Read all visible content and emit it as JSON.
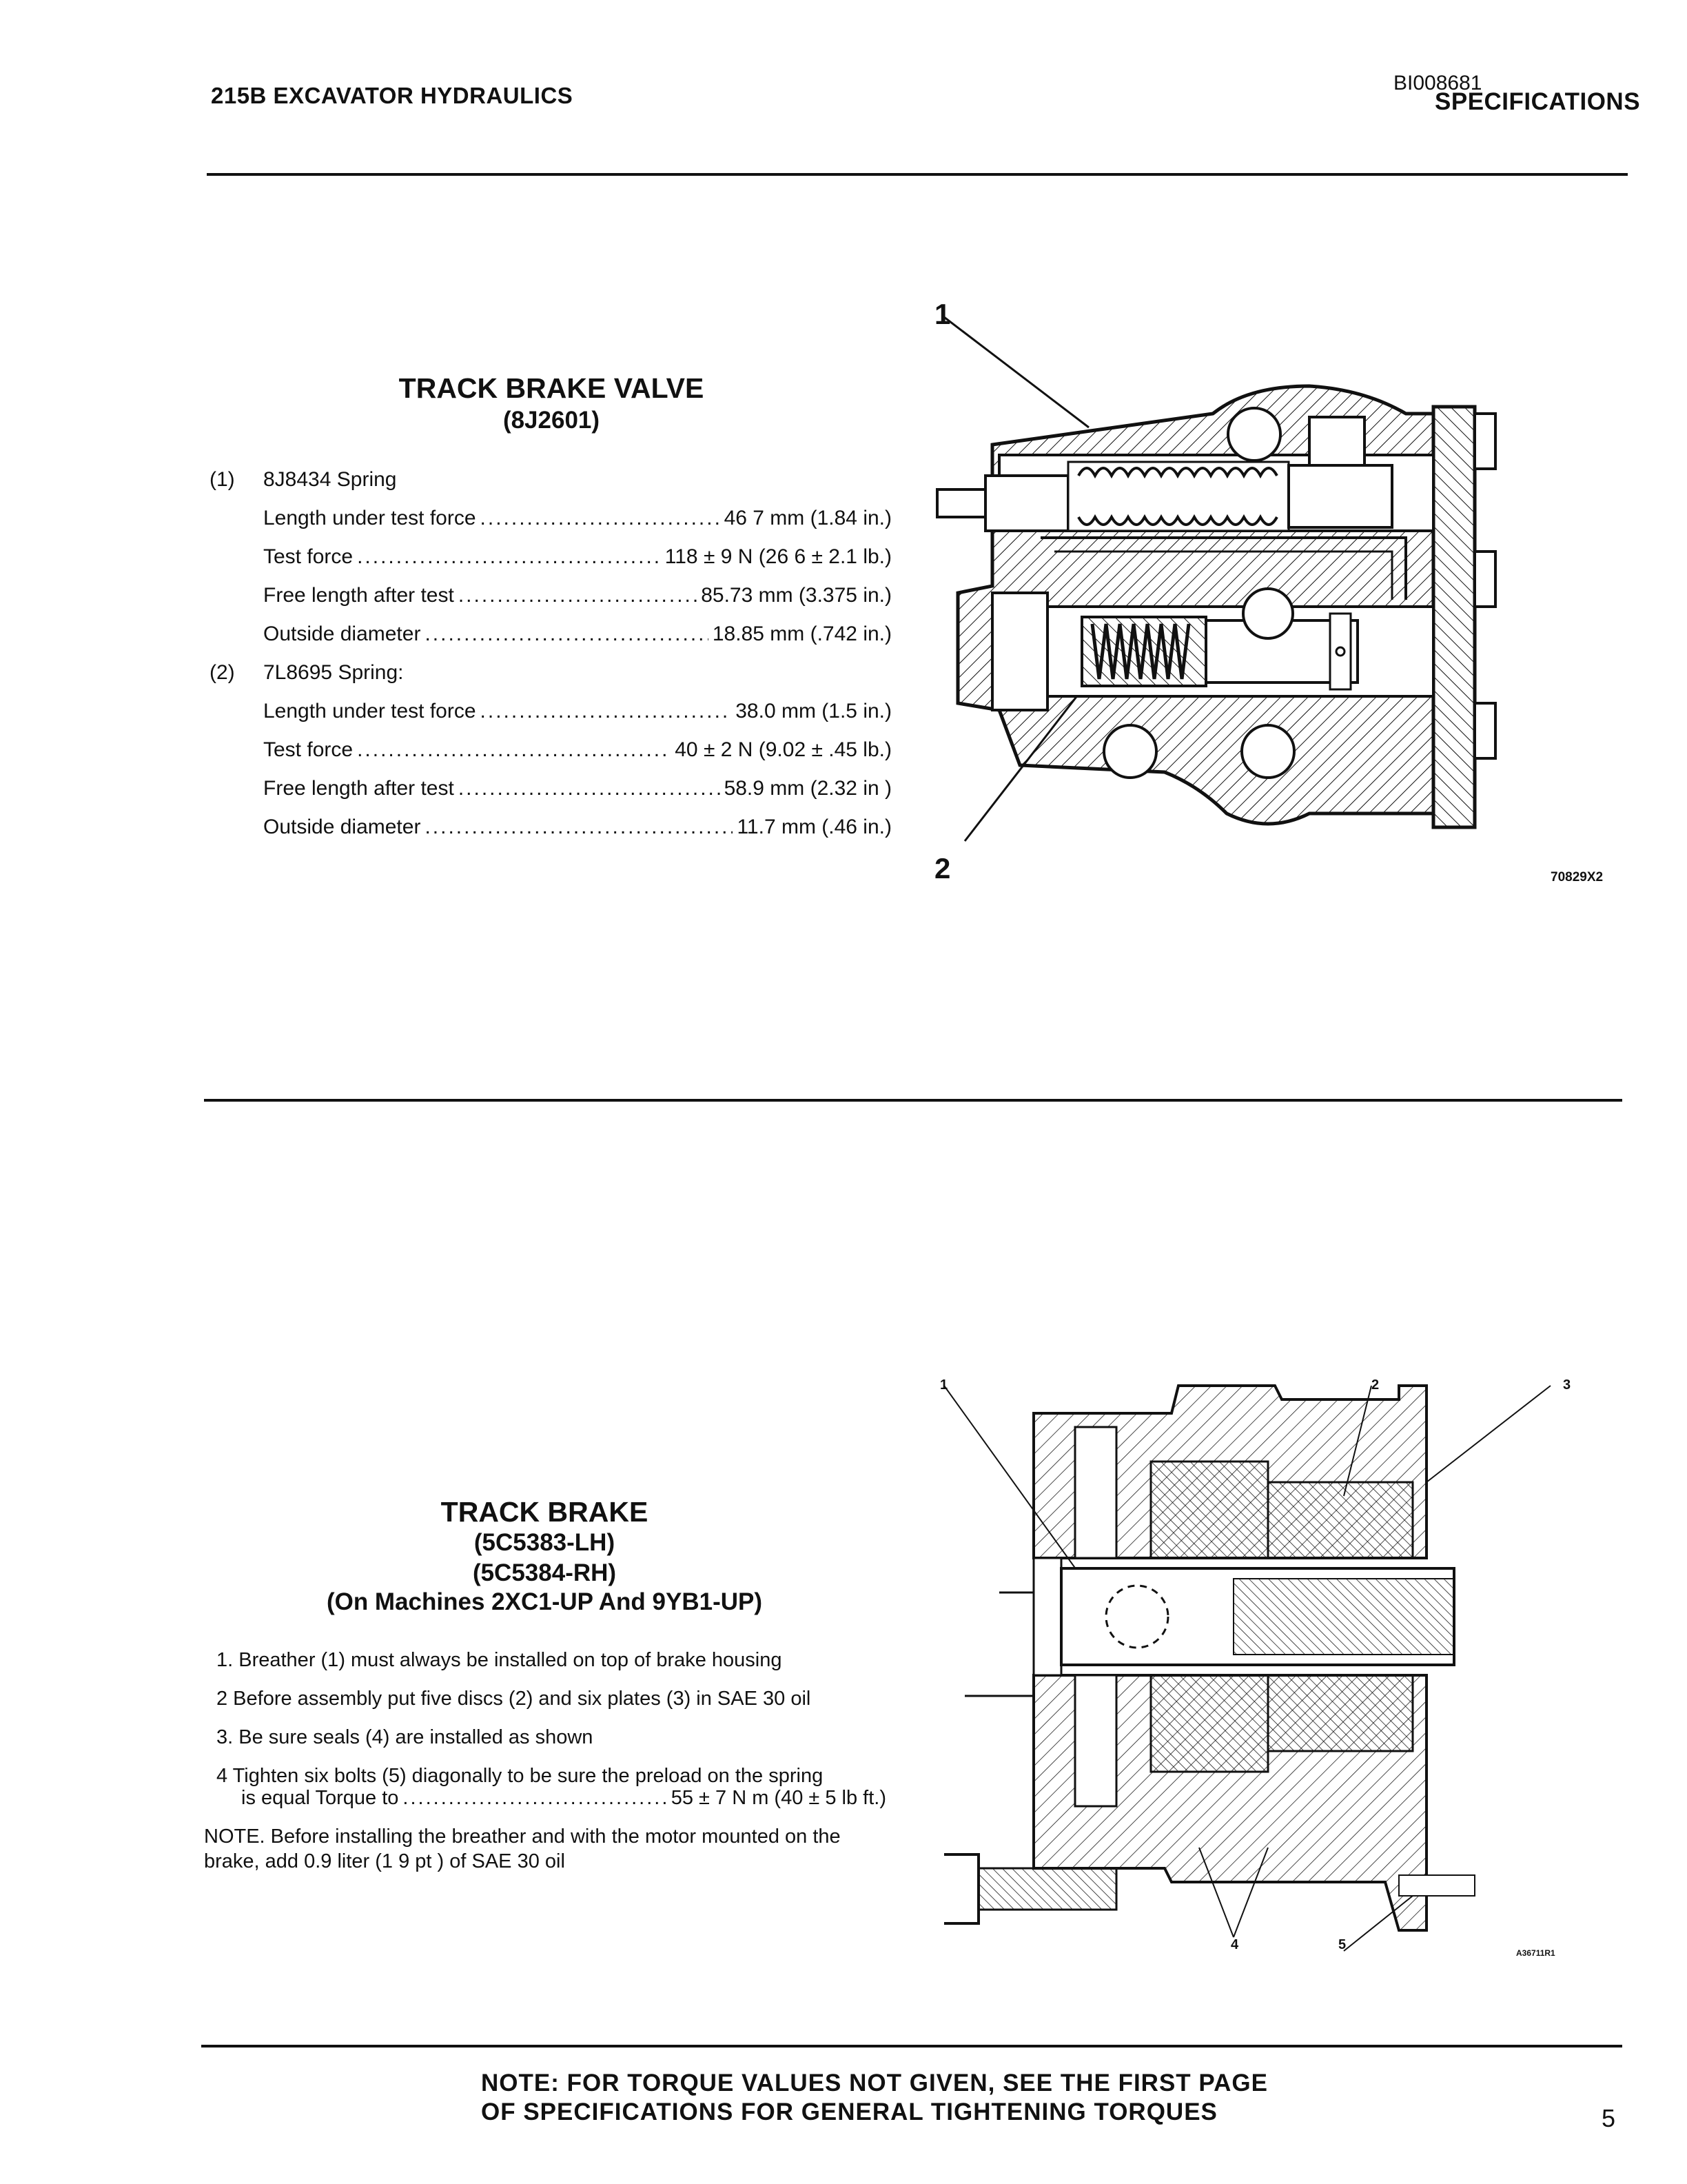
{
  "header": {
    "left": "215B EXCAVATOR HYDRAULICS",
    "doc_id": "BI008681",
    "right": "SPECIFICATIONS"
  },
  "valve": {
    "title": "TRACK BRAKE VALVE",
    "part": "(8J2601)",
    "spring1": {
      "num": "(1)",
      "name": "8J8434 Spring",
      "rows": [
        {
          "label": "Length under test force",
          "value": "46 7 mm (1.84 in.)"
        },
        {
          "label": "Test force",
          "value": "118 ± 9 N (26 6 ± 2.1 lb.)"
        },
        {
          "label": "Free length after test",
          "value": "85.73 mm (3.375 in.)"
        },
        {
          "label": "Outside diameter",
          "value": "18.85 mm (.742 in.)"
        }
      ]
    },
    "spring2": {
      "num": "(2)",
      "name": "7L8695 Spring:",
      "rows": [
        {
          "label": "Length under test force",
          "value": "38.0 mm (1.5 in.)"
        },
        {
          "label": "Test force",
          "value": "40 ± 2 N (9.02 ± .45 lb.)"
        },
        {
          "label": "Free length after test",
          "value": "58.9 mm (2.32 in )"
        },
        {
          "label": "Outside diameter",
          "value": "11.7 mm (.46 in.)"
        }
      ]
    },
    "figure": {
      "callout_1": "1",
      "callout_2": "2",
      "figure_code": "70829X2"
    }
  },
  "brake": {
    "title": "TRACK BRAKE",
    "part_lh": "(5C5383-LH)",
    "part_rh": "(5C5384-RH)",
    "machines": "(On Machines 2XC1-UP And 9YB1-UP)",
    "items": [
      "1. Breather (1) must always be installed on top of brake housing",
      "2  Before assembly put five discs (2) and six plates (3) in SAE 30 oil",
      "3. Be sure seals (4) are installed as shown"
    ],
    "item4_text": "4  Tighten six bolts (5) diagonally to be sure the preload on the spring",
    "item4_torque_label": "is equal  Torque to",
    "item4_torque_value": "55 ± 7 N m (40 ± 5 lb ft.)",
    "note": "NOTE. Before installing the breather and with the motor mounted on the brake, add 0.9 liter (1 9 pt ) of SAE 30 oil",
    "figure": {
      "callout_1": "1",
      "callout_2": "2",
      "callout_3": "3",
      "callout_4": "4",
      "callout_5": "5",
      "figure_code": "A36711R1"
    }
  },
  "footer": {
    "note_line1": "NOTE:  FOR TORQUE VALUES NOT GIVEN, SEE THE FIRST PAGE",
    "note_line2": "OF SPECIFICATIONS FOR GENERAL TIGHTENING TORQUES",
    "page_number": "5"
  }
}
